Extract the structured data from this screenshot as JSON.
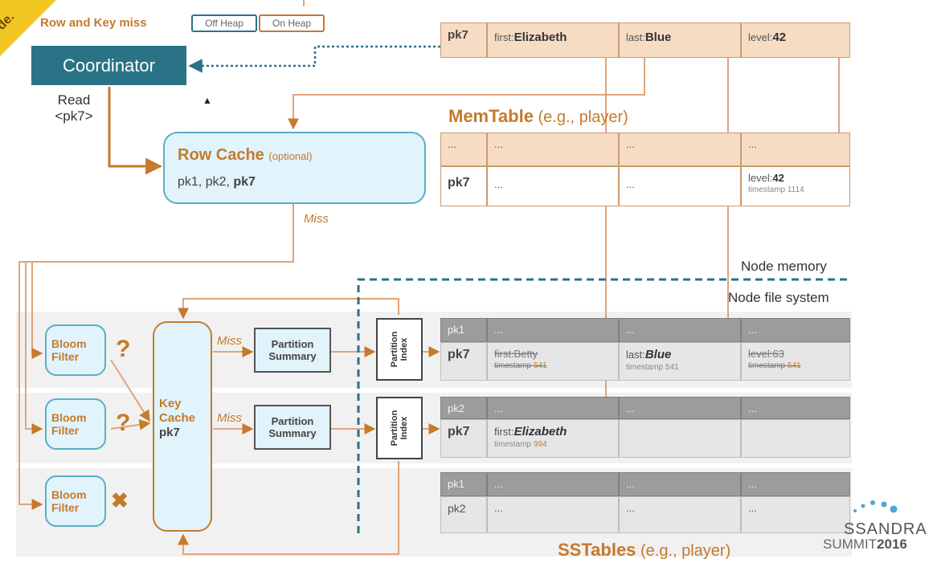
{
  "corner_text": "de.",
  "header": {
    "title": "Row and Key miss",
    "legend_off_heap": "Off Heap",
    "legend_on_heap": "On Heap",
    "colors": {
      "accent_orange": "#c57a2c",
      "teal": "#2a7386",
      "light_blue": "#e1f3fb",
      "dashed_blue": "#2a7386"
    }
  },
  "coordinator": {
    "label": "Coordinator",
    "read_line1": "Read",
    "read_line2": "<pk7>"
  },
  "row_cache": {
    "title": "Row Cache",
    "optional": "(optional)",
    "keys_prefix": "pk1, pk2, ",
    "keys_bold": "pk7",
    "miss": "Miss"
  },
  "memtable": {
    "title_bold": "MemTable",
    "title_rest": " (e.g., player)",
    "top_row": {
      "key": "pk7",
      "c1_prefix": "first:",
      "c1_value": "Elizabeth",
      "c2_prefix": "last:",
      "c2_value": "Blue",
      "c3_prefix": "level:",
      "c3_value": "42"
    },
    "row1": {
      "key": "...",
      "c1": "...",
      "c2": "...",
      "c3": "..."
    },
    "row2": {
      "key": "pk7",
      "c1": "...",
      "c2": "...",
      "c3_prefix": "level:",
      "c3_value": "42",
      "c3_ts": "timestamp 1114"
    }
  },
  "memory_labels": {
    "node_memory": "Node memory",
    "node_fs": "Node file system"
  },
  "bloom_filters": [
    {
      "line1": "Bloom",
      "line2": "Filter",
      "mark": "?"
    },
    {
      "line1": "Bloom",
      "line2": "Filter",
      "mark": "?"
    },
    {
      "line1": "Bloom",
      "line2": "Filter",
      "mark": "✖"
    }
  ],
  "key_cache": {
    "line1": "Key",
    "line2": "Cache",
    "line3": "pk7"
  },
  "partition_summary": [
    {
      "line1": "Partition",
      "line2": "Summary",
      "miss": "Miss"
    },
    {
      "line1": "Partition",
      "line2": "Summary",
      "miss": "Miss"
    }
  ],
  "partition_index": [
    {
      "line1": "Partition",
      "line2": "Index"
    },
    {
      "line1": "Partition",
      "line2": "Index"
    }
  ],
  "sstables": {
    "title_bold": "SSTables",
    "title_rest": " (e.g., player)",
    "table1": {
      "hdr": {
        "key": "pk1",
        "c1": "...",
        "c2": "...",
        "c3": "..."
      },
      "row": {
        "key": "pk7",
        "c1": "first:Betty",
        "c1_ts": "timestamp",
        "c1_ts_val": "541",
        "c2_prefix": "last:",
        "c2_value": "Blue",
        "c2_ts": "timestamp 541",
        "c3": "level:63",
        "c3_ts": "timestamp",
        "c3_ts_val": "541"
      }
    },
    "table2": {
      "hdr": {
        "key": "pk2",
        "c1": "...",
        "c2": "...",
        "c3": "..."
      },
      "row": {
        "key": "pk7",
        "c1_prefix": "first:",
        "c1_value": "Elizabeth",
        "c1_ts": "timestamp",
        "c1_ts_val": "994"
      }
    },
    "table3": {
      "hdr": {
        "key": "pk1",
        "c1": "...",
        "c2": "...",
        "c3": "..."
      },
      "row": {
        "key": "pk2",
        "c1": "...",
        "c2": "...",
        "c3": "..."
      }
    }
  },
  "logo": {
    "line1": "SSANDRA",
    "line2a": "SUMMIT",
    "line2b": "2016"
  }
}
